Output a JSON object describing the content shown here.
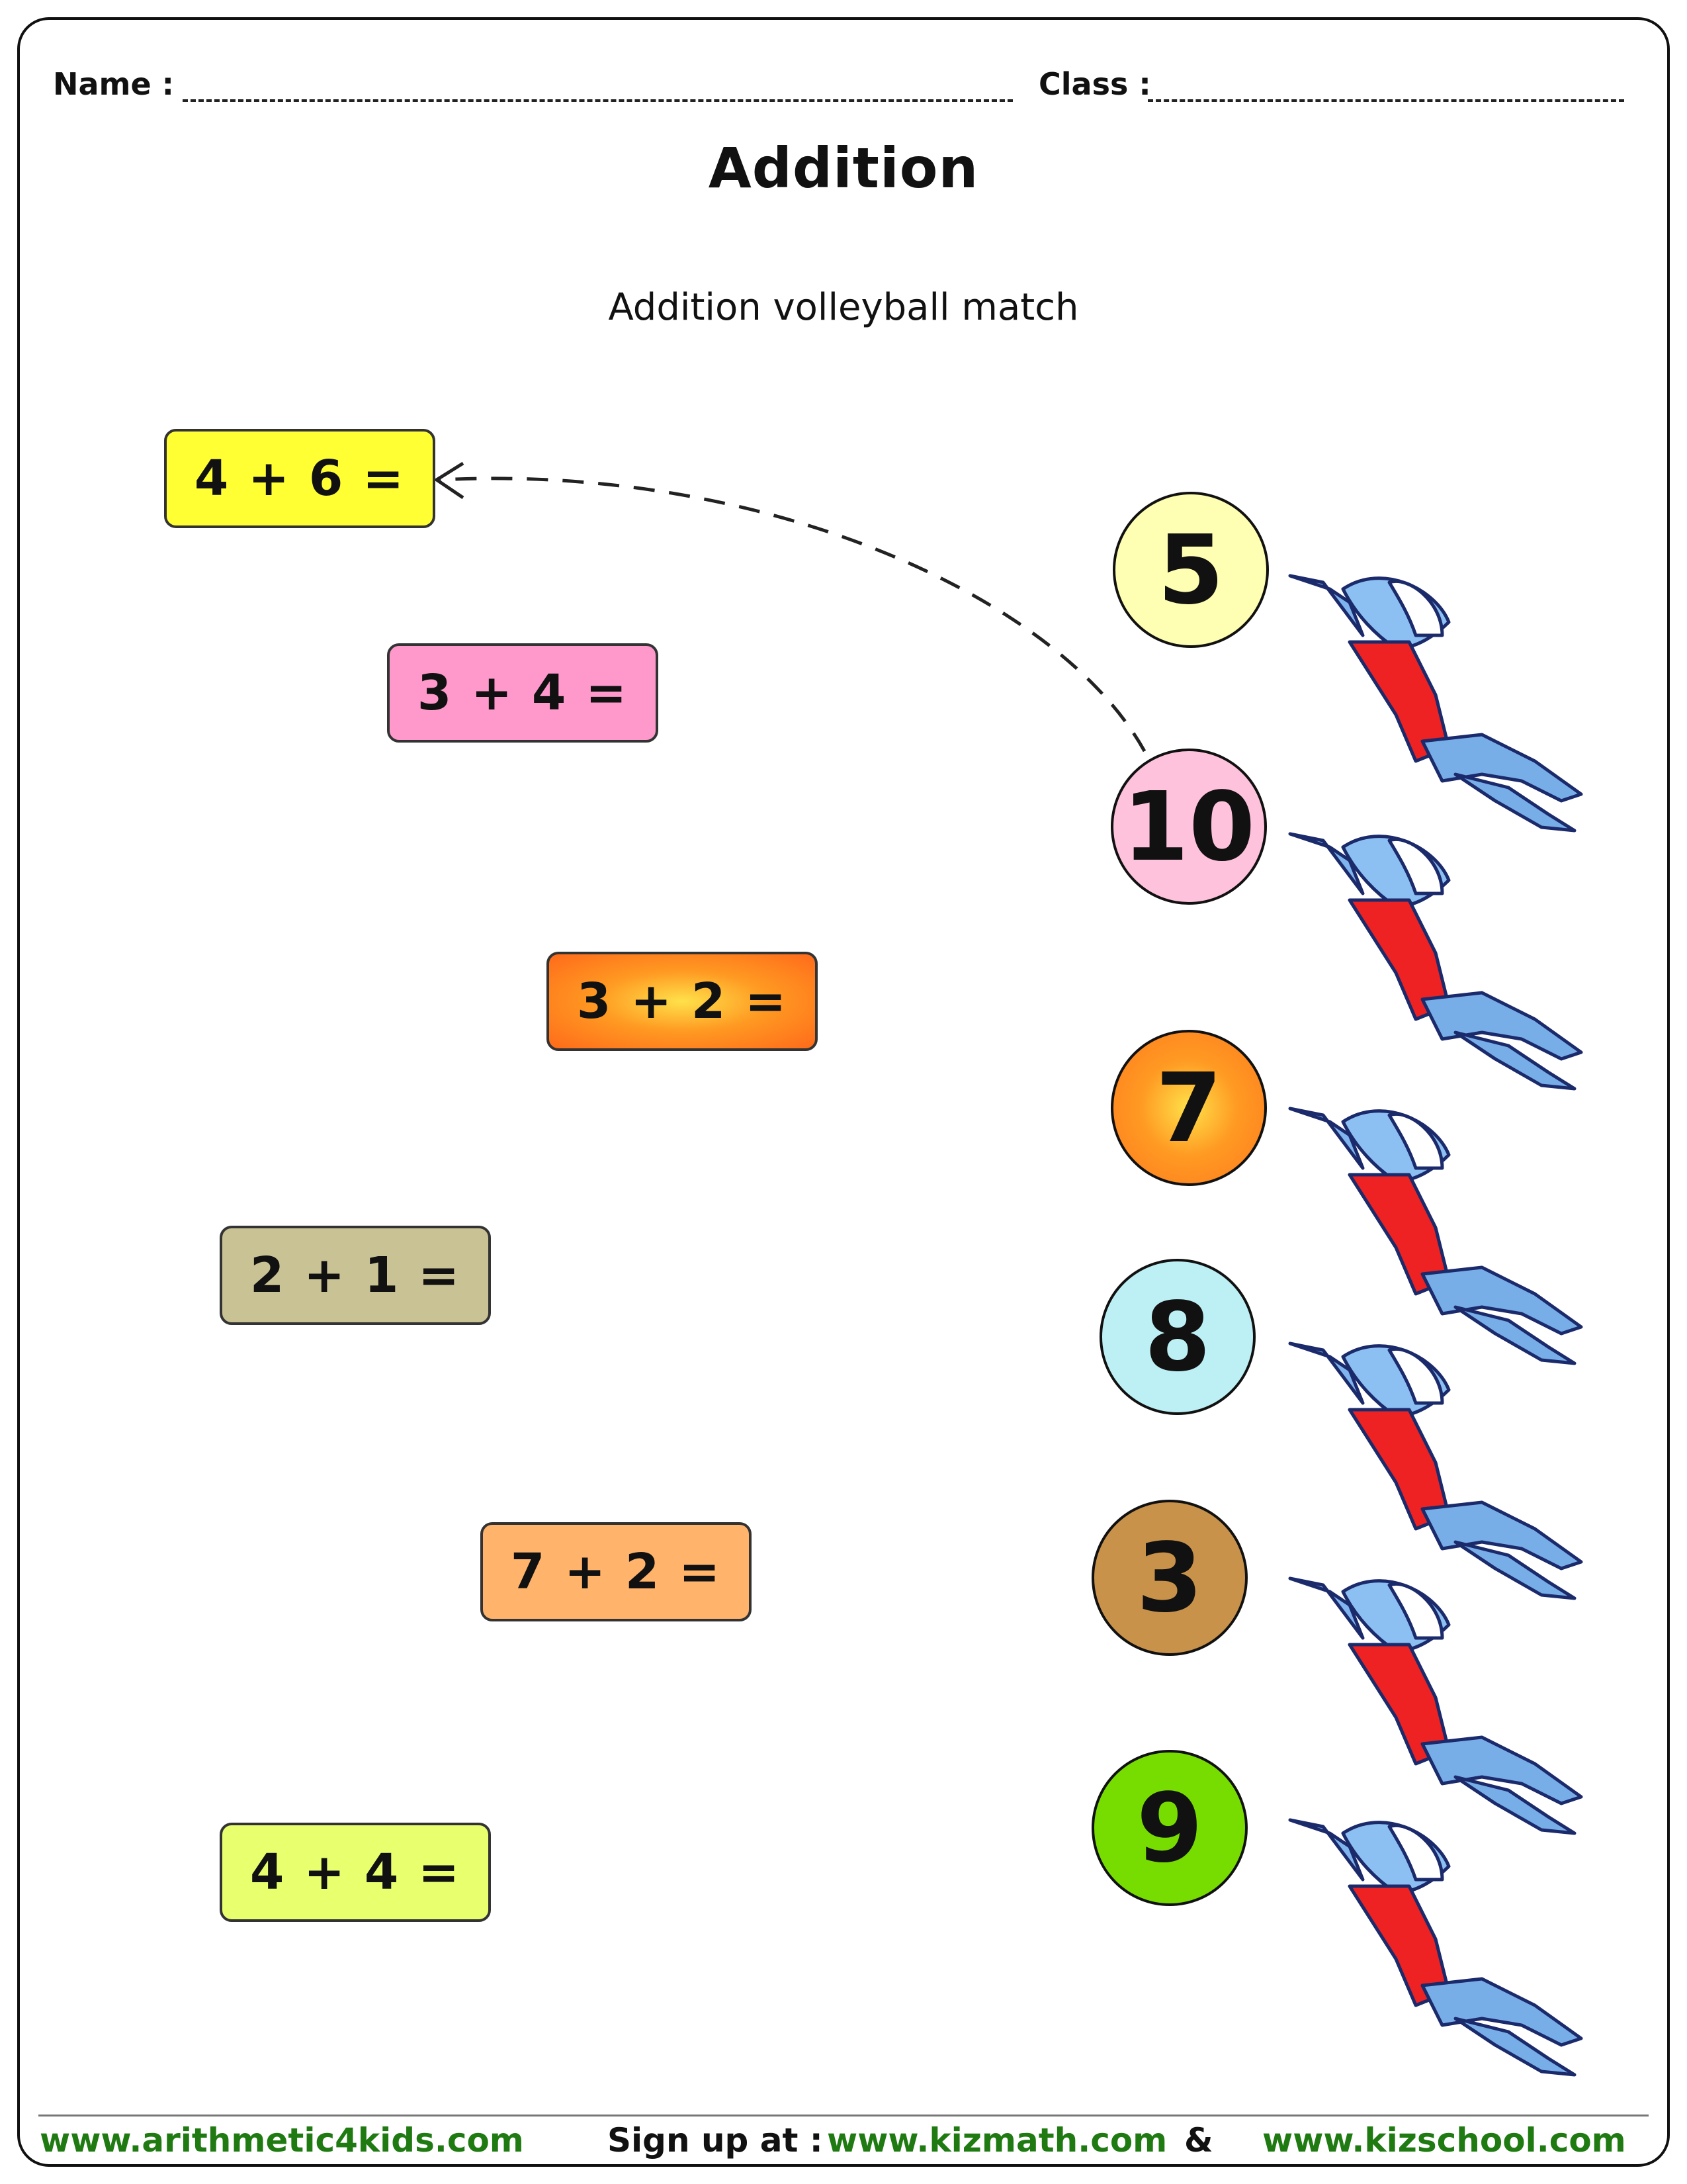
{
  "header": {
    "name_label": "Name :",
    "class_label": "Class :"
  },
  "title": "Addition",
  "subtitle": "Addition volleyball match",
  "equations": [
    {
      "text": "4 + 6 =",
      "color": "#ffff33"
    },
    {
      "text": "3 + 4 =",
      "color": "#ff99cc"
    },
    {
      "text": "3 + 2 =",
      "color": "#ff6a1a"
    },
    {
      "text": "2 + 1 =",
      "color": "#c9c294"
    },
    {
      "text": "7 + 2 =",
      "color": "#ffb36b"
    },
    {
      "text": "4 + 4 =",
      "color": "#e8ff6e"
    }
  ],
  "answers": [
    {
      "text": "5",
      "color": "#ffffb3"
    },
    {
      "text": "10",
      "color": "#ffc2dc"
    },
    {
      "text": "7",
      "color": "#ff7a1f"
    },
    {
      "text": "8",
      "color": "#bdf0f5"
    },
    {
      "text": "3",
      "color": "#c9924a"
    },
    {
      "text": "9",
      "color": "#77dd00"
    }
  ],
  "player_icon": "volleyball-player-diving-icon",
  "footer": {
    "site1": "www.arithmetic4kids.com",
    "signup": "Sign up at :",
    "site2": "www.kizmath.com",
    "amp": "&",
    "site3": "www.kizschool.com"
  }
}
